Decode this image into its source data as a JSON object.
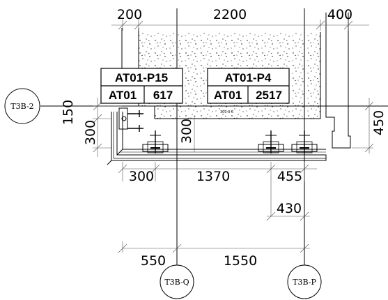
{
  "grid_labels": {
    "left": "T3B-2",
    "bottom_q": "T3B-Q",
    "bottom_p": "T3B-P"
  },
  "dimensions": {
    "top_left": "200",
    "top_mid": "2200",
    "top_right": "400",
    "left_150": "150",
    "left_300": "300",
    "inner_300": "300",
    "right_450": "450",
    "below_300": "300",
    "below_1370": "1370",
    "below_455": "455",
    "below_430": "430",
    "bottom_550": "550",
    "bottom_1550": "1550"
  },
  "tags": [
    {
      "title": "AT01-P15",
      "code": "AT01",
      "value": "617"
    },
    {
      "title": "AT01-P4",
      "code": "AT01",
      "value": "2517"
    }
  ],
  "small_note": "300 3 6"
}
